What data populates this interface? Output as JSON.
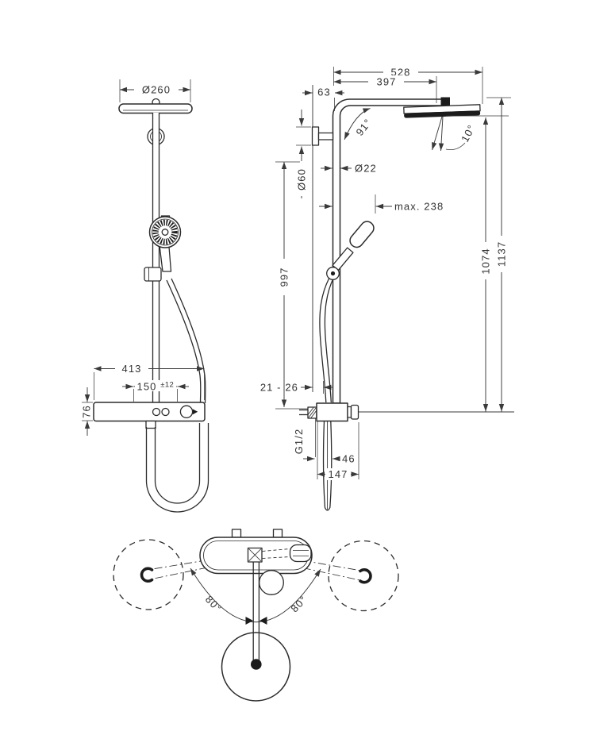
{
  "drawing": {
    "front_view": {
      "head_diameter": "Ø260",
      "body_width": "413",
      "supply_spacing": "150",
      "supply_tolerance": "±12",
      "body_height": "76"
    },
    "side_view": {
      "projection_total": "528",
      "projection_head": "397",
      "wall_to_pipe": "63",
      "arm_angle": "91°",
      "head_tilt": "10°",
      "escutcheon_diameter": "Ø60",
      "pipe_diameter": "Ø22",
      "handshower_reach": "max. 238",
      "bracket_drop": "997",
      "wall_adjustment": "21 - 26",
      "thread_size": "G1/2",
      "hose_offset": "46",
      "body_projection": "147",
      "height_under_head": "1074",
      "height_total": "1137"
    },
    "top_view": {
      "swivel_angle_left": "80°",
      "swivel_angle_right": "80°"
    }
  }
}
